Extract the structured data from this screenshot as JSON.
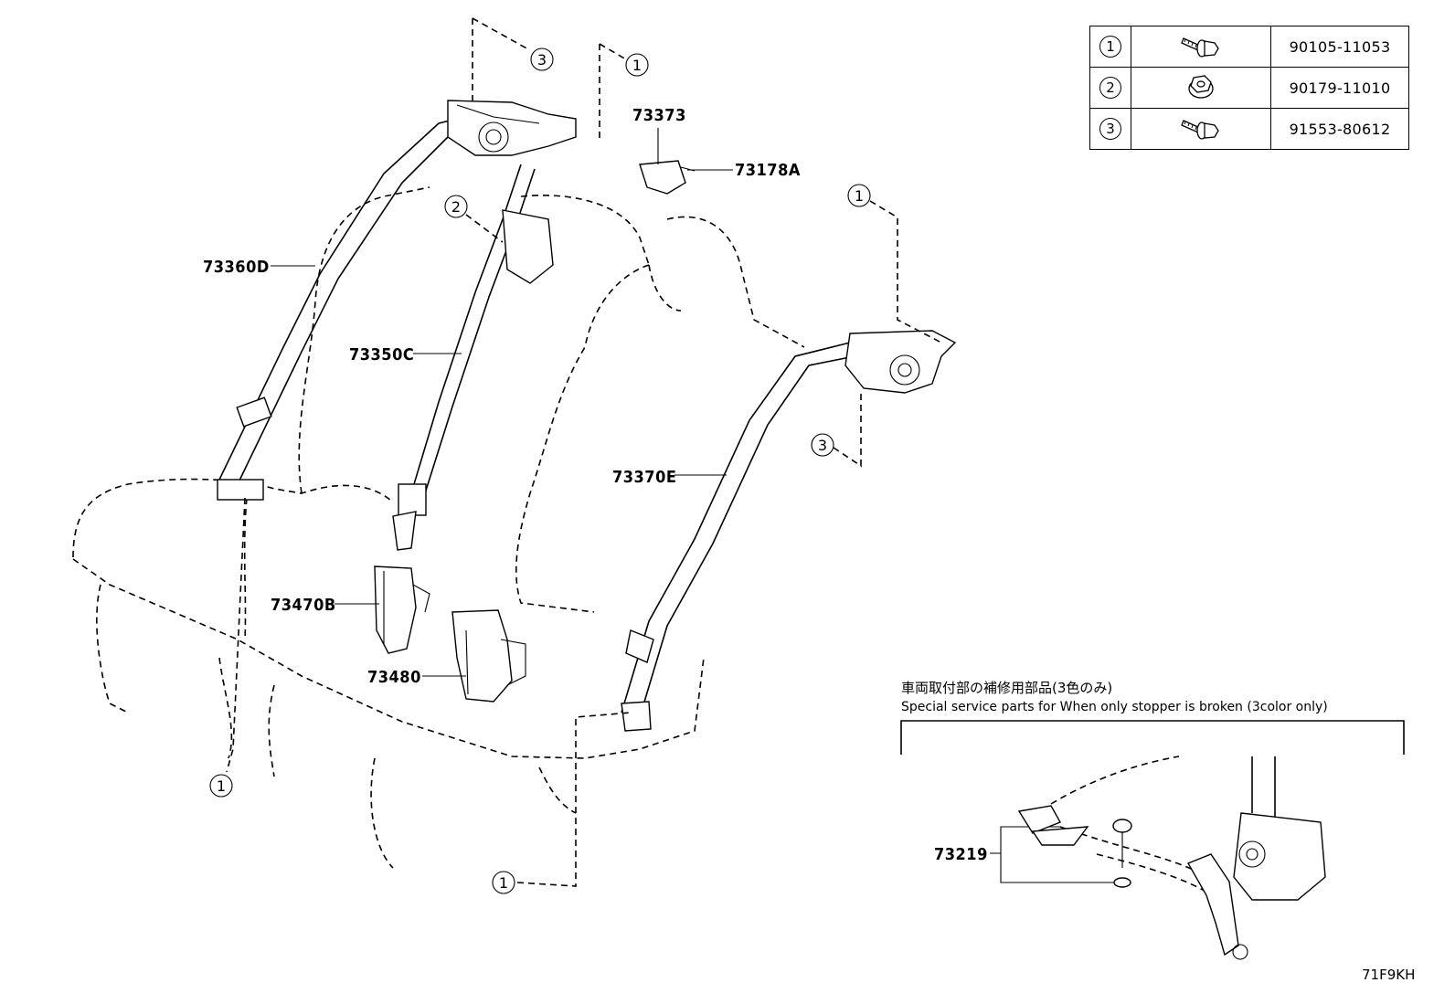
{
  "fastener_table": {
    "rows": [
      {
        "index": "1",
        "icon": "flange-bolt-icon",
        "part_number": "90105-11053"
      },
      {
        "index": "2",
        "icon": "flange-nut-icon",
        "part_number": "90179-11010"
      },
      {
        "index": "3",
        "icon": "flange-bolt-icon",
        "part_number": "91553-80612"
      }
    ]
  },
  "callouts": {
    "p73373": "73373",
    "p73178A": "73178A",
    "p73360D": "73360D",
    "p73350C": "73350C",
    "p73370E": "73370E",
    "p73470B": "73470B",
    "p73480": "73480",
    "p73219": "73219"
  },
  "fastener_refs": {
    "r1": "1",
    "r2": "2",
    "r3": "3"
  },
  "service_note": {
    "japanese": "車両取付部の補修用部品(3色のみ)",
    "english": "Special service parts for When only stopper is broken (3color only)"
  },
  "illustration_code": "71F9KH"
}
